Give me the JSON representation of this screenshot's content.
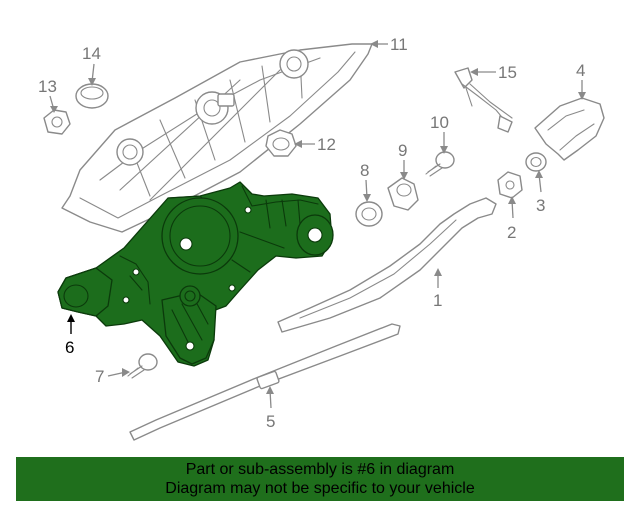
{
  "callouts": {
    "c1": "1",
    "c2": "2",
    "c3": "3",
    "c4": "4",
    "c5": "5",
    "c6": "6",
    "c7": "7",
    "c8": "8",
    "c9": "9",
    "c10": "10",
    "c11": "11",
    "c12": "12",
    "c13": "13",
    "c14": "14",
    "c15": "15"
  },
  "highlight_color": "#1f6f1c",
  "banner": {
    "line1": "Part or sub-assembly is #6 in diagram",
    "line2": "Diagram may not be specific to your vehicle"
  }
}
